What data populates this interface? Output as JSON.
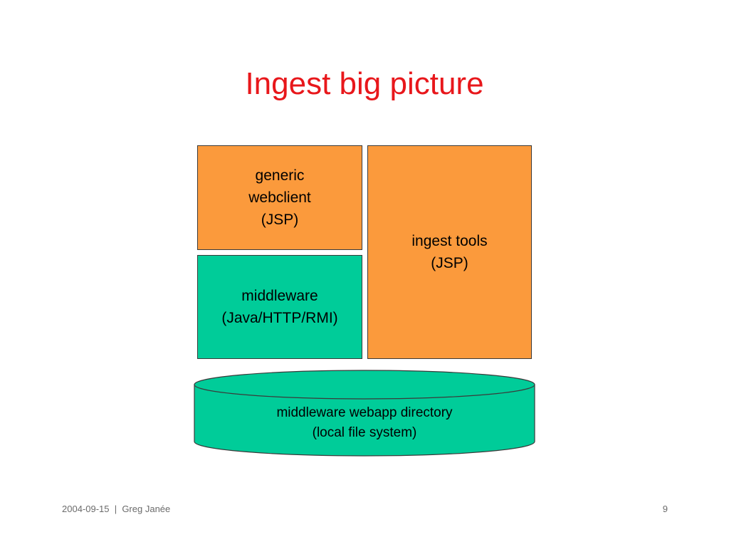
{
  "slide": {
    "title": "Ingest big picture",
    "footer": "2004-09-15  |  Greg Janée",
    "page_number": "9"
  },
  "colors": {
    "title": "#e8171b",
    "orange": "#fb9a3c",
    "green": "#00cc99"
  },
  "diagram": {
    "webclient": {
      "label": "generic\nwebclient\n(JSP)"
    },
    "middleware": {
      "label": "middleware\n(Java/HTTP/RMI)"
    },
    "ingest_tools": {
      "label": "ingest tools\n(JSP)"
    },
    "storage": {
      "label": "middleware webapp directory\n(local file system)",
      "shape": "cylinder"
    }
  }
}
